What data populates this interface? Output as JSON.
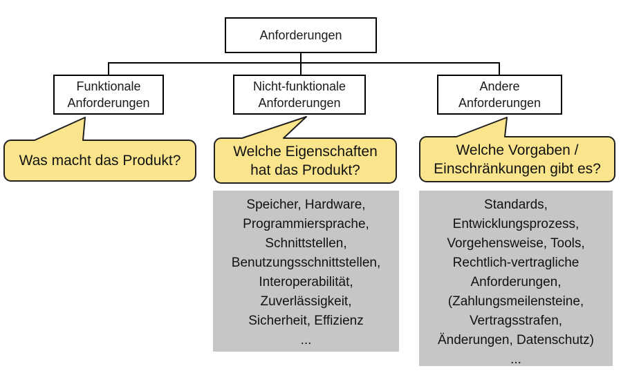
{
  "diagram_title": "Anforderungen taxonomy diagram",
  "root_node": {
    "label": "Anforderungen"
  },
  "columns": [
    {
      "node_label": "Funktionale\nAnforderungen",
      "question": "Was macht das Produkt?",
      "details": []
    },
    {
      "node_label": "Nicht-funktionale\nAnforderungen",
      "question": "Welche Eigenschaften\nhat das Produkt?",
      "details": [
        "Speicher, Hardware,",
        "Programmiersprache,",
        "Schnittstellen,",
        "Benutzungsschnittstellen,",
        "Interoperabilität,",
        "Zuverlässigkeit,",
        "Sicherheit, Effizienz",
        "..."
      ]
    },
    {
      "node_label": "Andere\nAnforderungen",
      "question": "Welche Vorgaben /\nEinschränkungen gibt es?",
      "details": [
        "Standards,",
        "Entwicklungsprozess,",
        "Vorgehensweise, Tools,",
        "Rechtlich-vertragliche",
        "Anforderungen,",
        "(Zahlungsmeilensteine,",
        "Vertragsstrafen,",
        "Änderungen, Datenschutz)",
        "..."
      ]
    }
  ],
  "colors": {
    "callout_fill": "#FAE58C",
    "callout_border": "#1F1F1F",
    "node_border": "#000000",
    "node_fill": "#FFFFFF",
    "detail_fill": "#C6C6C6",
    "text": "#111111",
    "background": "#FFFFFF"
  }
}
